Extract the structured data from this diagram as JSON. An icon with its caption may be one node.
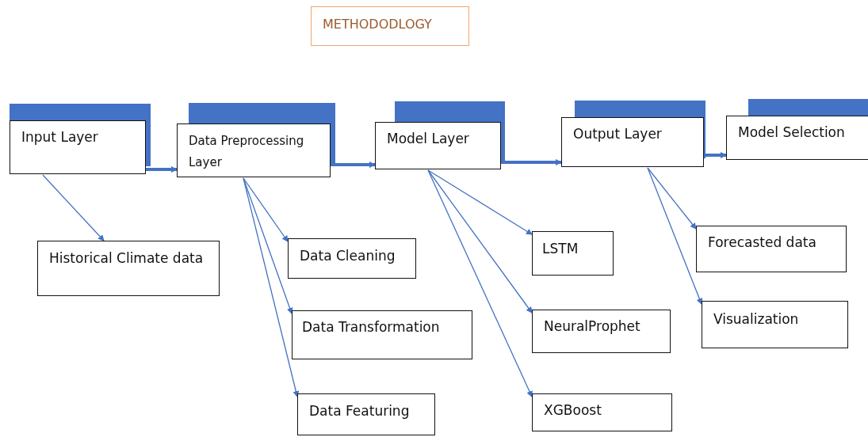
{
  "diagram": {
    "title": "METHODODLOGY",
    "nodes": [
      {
        "text": [
          "Input Layer"
        ]
      },
      {
        "text": [
          "Data Preprocessing Layer"
        ]
      },
      {
        "text": [
          "Model Layer"
        ]
      },
      {
        "text": [
          "Output Layer"
        ]
      },
      {
        "text": [
          "Model Selection"
        ]
      },
      {
        "text": [
          "Historical Climate data"
        ]
      },
      {
        "text": [
          "Data Cleaning"
        ]
      },
      {
        "text": [
          "Data Transformation"
        ]
      },
      {
        "text": [
          "Data Featuring"
        ]
      },
      {
        "text": [
          "LSTM"
        ]
      },
      {
        "text": [
          "NeuralProphet"
        ]
      },
      {
        "text": [
          "XGBoost"
        ]
      },
      {
        "text": [
          "Forecasted data"
        ]
      },
      {
        "text": [
          "Visualization"
        ]
      }
    ],
    "edges": [
      {
        "from": 0,
        "to": 1,
        "arrow": "to",
        "style": "thick"
      },
      {
        "from": 1,
        "to": 2,
        "arrow": "to",
        "style": "thick"
      },
      {
        "from": 2,
        "to": 3,
        "arrow": "to",
        "style": "thick"
      },
      {
        "from": 3,
        "to": 4,
        "arrow": "to",
        "style": "thick"
      },
      {
        "from": 0,
        "to": 5,
        "arrow": "to"
      },
      {
        "from": 1,
        "to": 6,
        "arrow": "to"
      },
      {
        "from": 1,
        "to": 7,
        "arrow": "to"
      },
      {
        "from": 1,
        "to": 8,
        "arrow": "to"
      },
      {
        "from": 2,
        "to": 9,
        "arrow": "to"
      },
      {
        "from": 2,
        "to": 10,
        "arrow": "to"
      },
      {
        "from": 2,
        "to": 11,
        "arrow": "to"
      },
      {
        "from": 3,
        "to": 12,
        "arrow": "to"
      },
      {
        "from": 3,
        "to": 13,
        "arrow": "to"
      }
    ]
  }
}
